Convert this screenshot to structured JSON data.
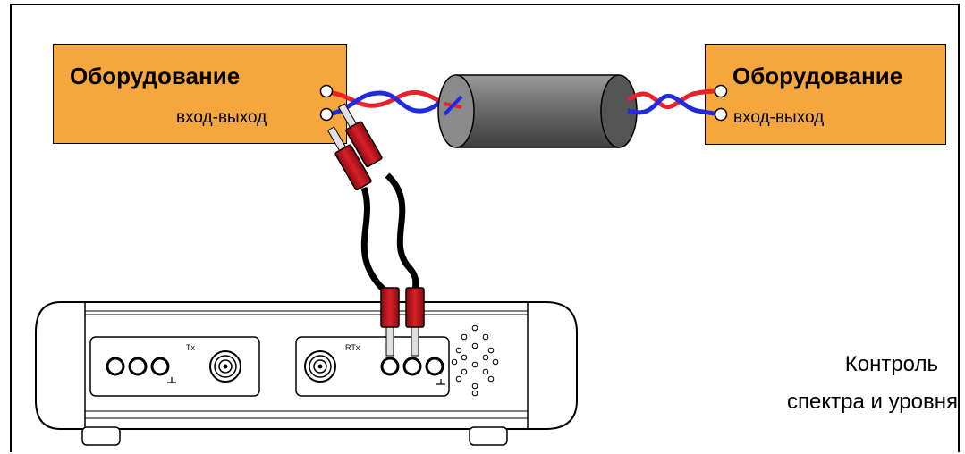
{
  "equipment_left": {
    "title": "Оборудование",
    "io_label": "вход-выход"
  },
  "equipment_right": {
    "title": "Оборудование",
    "io_label": "вход-выход"
  },
  "instrument": {
    "tx_label": "Tx",
    "rtx_label": "RTx"
  },
  "caption": {
    "line1": "Контроль",
    "line2": "спектра и уровня"
  },
  "colors": {
    "equipment_fill": "#f5a63d",
    "wire_red": "#e8212a",
    "wire_blue": "#1f2be0",
    "cable_gray": "#707070",
    "probe_red": "#c8141e",
    "lead_black": "#000000"
  }
}
